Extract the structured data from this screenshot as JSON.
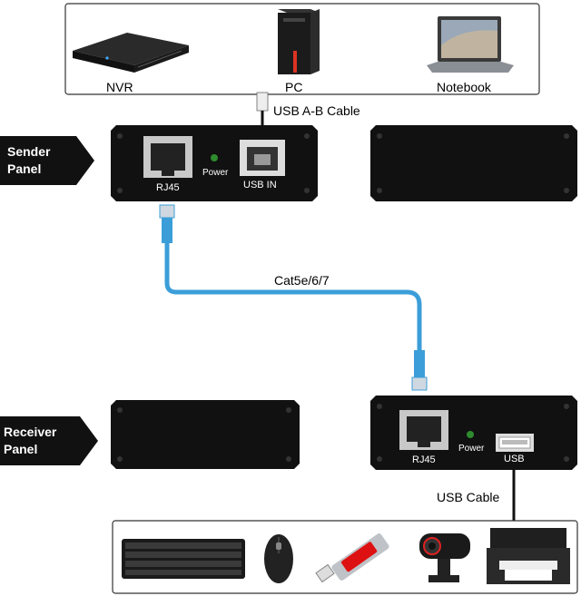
{
  "top_devices": {
    "nvr": "NVR",
    "pc": "PC",
    "notebook": "Notebook"
  },
  "cables": {
    "usb_ab": "USB A-B Cable",
    "cat": "Cat5e/6/7",
    "usb": "USB Cable"
  },
  "sender": {
    "title_line1": "Sender",
    "title_line2": "Panel",
    "rj45": "RJ45",
    "power": "Power",
    "usb_in": "USB IN"
  },
  "receiver": {
    "title_line1": "Receiver",
    "title_line2": "Panel",
    "rj45": "RJ45",
    "power": "Power",
    "usb": "USB"
  },
  "bottom_devices": [
    "keyboard-icon",
    "mouse-icon",
    "usb-drive-icon",
    "webcam-icon",
    "printer-icon"
  ],
  "colors": {
    "box": "#111111",
    "cable_blue": "#3b9ed8",
    "led": "#2e8b2e"
  }
}
